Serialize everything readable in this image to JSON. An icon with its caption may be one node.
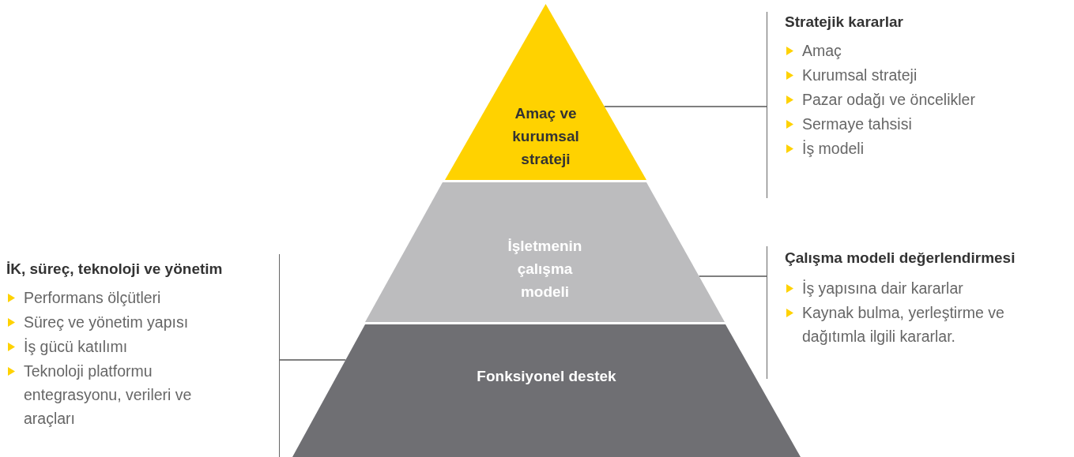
{
  "diagram": {
    "nodes": [
      {
        "text": [
          "Amaç ve kurumsal strateji"
        ]
      },
      {
        "text": [
          "İşletmenin çalışma modeli"
        ]
      },
      {
        "text": [
          "Fonksiyonel destek"
        ]
      },
      {
        "text": [
          "Stratejik kararlar",
          "Amaç",
          "Kurumsal strateji",
          "Pazar odağı ve öncelikler",
          "Sermaye tahsisi",
          "İş modeli"
        ]
      },
      {
        "text": [
          "Çalışma modeli değerlendirmesi",
          "İş yapısına dair kararlar",
          "Kaynak bulma, yerleştirme ve dağıtımla ilgili kararlar."
        ]
      },
      {
        "text": [
          "İK, süreç, teknoloji ve yönetim",
          "Performans ölçütleri",
          "Süreç ve yönetim yapısı",
          "İş gücü katılımı",
          "Teknoloji platformu entegrasyonu, verileri ve araçları"
        ]
      }
    ],
    "edges": [
      {
        "from": 3,
        "to": 0,
        "arrow": "none"
      },
      {
        "from": 4,
        "to": 1,
        "arrow": "none"
      },
      {
        "from": 5,
        "to": 2,
        "arrow": "none"
      }
    ]
  }
}
